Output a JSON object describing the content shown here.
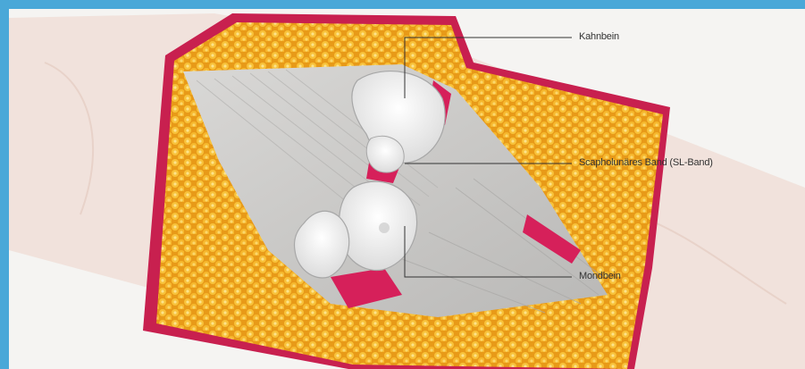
{
  "labels": {
    "kahnbein": "Kahnbein",
    "sl_band": "Scapholunäres Band (SL-Band)",
    "mondbein": "Mondbein"
  },
  "colors": {
    "frame": "#4aa8d8",
    "fat": "#f5b428",
    "ligament": "#d6205a",
    "bone": "#eeeeee",
    "skin": "#efdcd2"
  }
}
